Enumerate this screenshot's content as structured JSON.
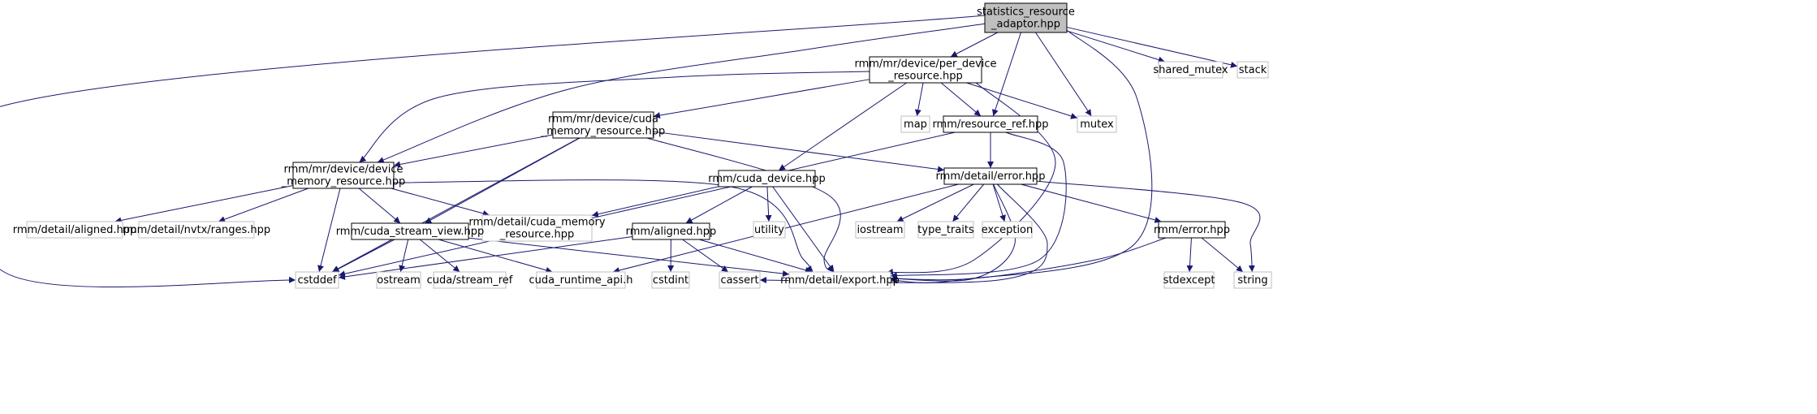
{
  "diagram": {
    "kind": "include dependency graph",
    "colors": {
      "edge": "#191970",
      "root_fill": "#bfbfbf",
      "node_border": "#000000",
      "system_border": "#bfbfbf",
      "text": "#000000"
    },
    "nodes": [
      {
        "id": "statistics_resource_adaptor",
        "lines": [
          "statistics_resource",
          "_adaptor.hpp"
        ],
        "style": "root"
      },
      {
        "id": "per_device_resource",
        "lines": [
          "rmm/mr/device/per_device",
          "_resource.hpp"
        ],
        "style": "local"
      },
      {
        "id": "shared_mutex",
        "lines": [
          "shared_mutex"
        ],
        "style": "system"
      },
      {
        "id": "stack",
        "lines": [
          "stack"
        ],
        "style": "system"
      },
      {
        "id": "cuda_memory_resource",
        "lines": [
          "rmm/mr/device/cuda",
          "_memory_resource.hpp"
        ],
        "style": "local"
      },
      {
        "id": "map",
        "lines": [
          "map"
        ],
        "style": "system"
      },
      {
        "id": "resource_ref",
        "lines": [
          "rmm/resource_ref.hpp"
        ],
        "style": "local"
      },
      {
        "id": "mutex",
        "lines": [
          "mutex"
        ],
        "style": "system"
      },
      {
        "id": "device_memory_resource",
        "lines": [
          "rmm/mr/device/device",
          "_memory_resource.hpp"
        ],
        "style": "local"
      },
      {
        "id": "cuda_device",
        "lines": [
          "rmm/cuda_device.hpp"
        ],
        "style": "local"
      },
      {
        "id": "detail_error",
        "lines": [
          "rmm/detail/error.hpp"
        ],
        "style": "local"
      },
      {
        "id": "detail_aligned",
        "lines": [
          "rmm/detail/aligned.hpp"
        ],
        "style": "system"
      },
      {
        "id": "nvtx_ranges",
        "lines": [
          "rmm/detail/nvtx/ranges.hpp"
        ],
        "style": "system"
      },
      {
        "id": "detail_cuda_memory_resource",
        "lines": [
          "rmm/detail/cuda_memory",
          "_resource.hpp"
        ],
        "style": "system"
      },
      {
        "id": "utility",
        "lines": [
          "utility"
        ],
        "style": "system"
      },
      {
        "id": "iostream",
        "lines": [
          "iostream"
        ],
        "style": "system"
      },
      {
        "id": "type_traits",
        "lines": [
          "type_traits"
        ],
        "style": "system"
      },
      {
        "id": "exception",
        "lines": [
          "exception"
        ],
        "style": "system"
      },
      {
        "id": "cuda_stream_view",
        "lines": [
          "rmm/cuda_stream_view.hpp"
        ],
        "style": "local"
      },
      {
        "id": "rmm_aligned",
        "lines": [
          "rmm/aligned.hpp"
        ],
        "style": "local"
      },
      {
        "id": "rmm_error",
        "lines": [
          "rmm/error.hpp"
        ],
        "style": "local"
      },
      {
        "id": "cstddef",
        "lines": [
          "cstddef"
        ],
        "style": "system"
      },
      {
        "id": "ostream",
        "lines": [
          "ostream"
        ],
        "style": "system"
      },
      {
        "id": "stream_ref",
        "lines": [
          "cuda/stream_ref"
        ],
        "style": "system"
      },
      {
        "id": "cuda_runtime_api",
        "lines": [
          "cuda_runtime_api.h"
        ],
        "style": "system"
      },
      {
        "id": "cstdint",
        "lines": [
          "cstdint"
        ],
        "style": "system"
      },
      {
        "id": "cassert",
        "lines": [
          "cassert"
        ],
        "style": "system"
      },
      {
        "id": "detail_export",
        "lines": [
          "rmm/detail/export.hpp"
        ],
        "style": "system"
      },
      {
        "id": "stdexcept",
        "lines": [
          "stdexcept"
        ],
        "style": "system"
      },
      {
        "id": "string",
        "lines": [
          "string"
        ],
        "style": "system"
      }
    ],
    "edges": [
      [
        "statistics_resource_adaptor",
        "per_device_resource"
      ],
      [
        "statistics_resource_adaptor",
        "shared_mutex"
      ],
      [
        "statistics_resource_adaptor",
        "stack"
      ],
      [
        "statistics_resource_adaptor",
        "resource_ref"
      ],
      [
        "statistics_resource_adaptor",
        "mutex"
      ],
      [
        "statistics_resource_adaptor",
        "device_memory_resource"
      ],
      [
        "statistics_resource_adaptor",
        "cstddef"
      ],
      [
        "statistics_resource_adaptor",
        "detail_export"
      ],
      [
        "per_device_resource",
        "cuda_memory_resource"
      ],
      [
        "per_device_resource",
        "map"
      ],
      [
        "per_device_resource",
        "resource_ref"
      ],
      [
        "per_device_resource",
        "mutex"
      ],
      [
        "per_device_resource",
        "device_memory_resource"
      ],
      [
        "per_device_resource",
        "cuda_device"
      ],
      [
        "per_device_resource",
        "detail_export"
      ],
      [
        "cuda_memory_resource",
        "device_memory_resource"
      ],
      [
        "cuda_memory_resource",
        "detail_error"
      ],
      [
        "cuda_memory_resource",
        "cuda_stream_view"
      ],
      [
        "cuda_memory_resource",
        "cstddef"
      ],
      [
        "cuda_memory_resource",
        "detail_export"
      ],
      [
        "resource_ref",
        "detail_error"
      ],
      [
        "resource_ref",
        "detail_cuda_memory_resource"
      ],
      [
        "resource_ref",
        "detail_export"
      ],
      [
        "device_memory_resource",
        "detail_aligned"
      ],
      [
        "device_memory_resource",
        "nvtx_ranges"
      ],
      [
        "device_memory_resource",
        "detail_cuda_memory_resource"
      ],
      [
        "device_memory_resource",
        "cuda_stream_view"
      ],
      [
        "device_memory_resource",
        "cstddef"
      ],
      [
        "device_memory_resource",
        "detail_export"
      ],
      [
        "cuda_device",
        "rmm_aligned"
      ],
      [
        "cuda_device",
        "utility"
      ],
      [
        "cuda_device",
        "cstddef"
      ],
      [
        "cuda_device",
        "detail_export"
      ],
      [
        "detail_error",
        "iostream"
      ],
      [
        "detail_error",
        "type_traits"
      ],
      [
        "detail_error",
        "exception"
      ],
      [
        "detail_error",
        "rmm_error"
      ],
      [
        "detail_error",
        "string"
      ],
      [
        "detail_error",
        "cuda_runtime_api"
      ],
      [
        "detail_error",
        "cassert"
      ],
      [
        "detail_error",
        "detail_export"
      ],
      [
        "cuda_stream_view",
        "cstddef"
      ],
      [
        "cuda_stream_view",
        "ostream"
      ],
      [
        "cuda_stream_view",
        "stream_ref"
      ],
      [
        "cuda_stream_view",
        "cuda_runtime_api"
      ],
      [
        "cuda_stream_view",
        "detail_export"
      ],
      [
        "rmm_aligned",
        "cstddef"
      ],
      [
        "rmm_aligned",
        "cstdint"
      ],
      [
        "rmm_aligned",
        "cassert"
      ],
      [
        "rmm_aligned",
        "detail_export"
      ],
      [
        "rmm_error",
        "stdexcept"
      ],
      [
        "rmm_error",
        "string"
      ],
      [
        "rmm_error",
        "detail_export"
      ]
    ]
  }
}
